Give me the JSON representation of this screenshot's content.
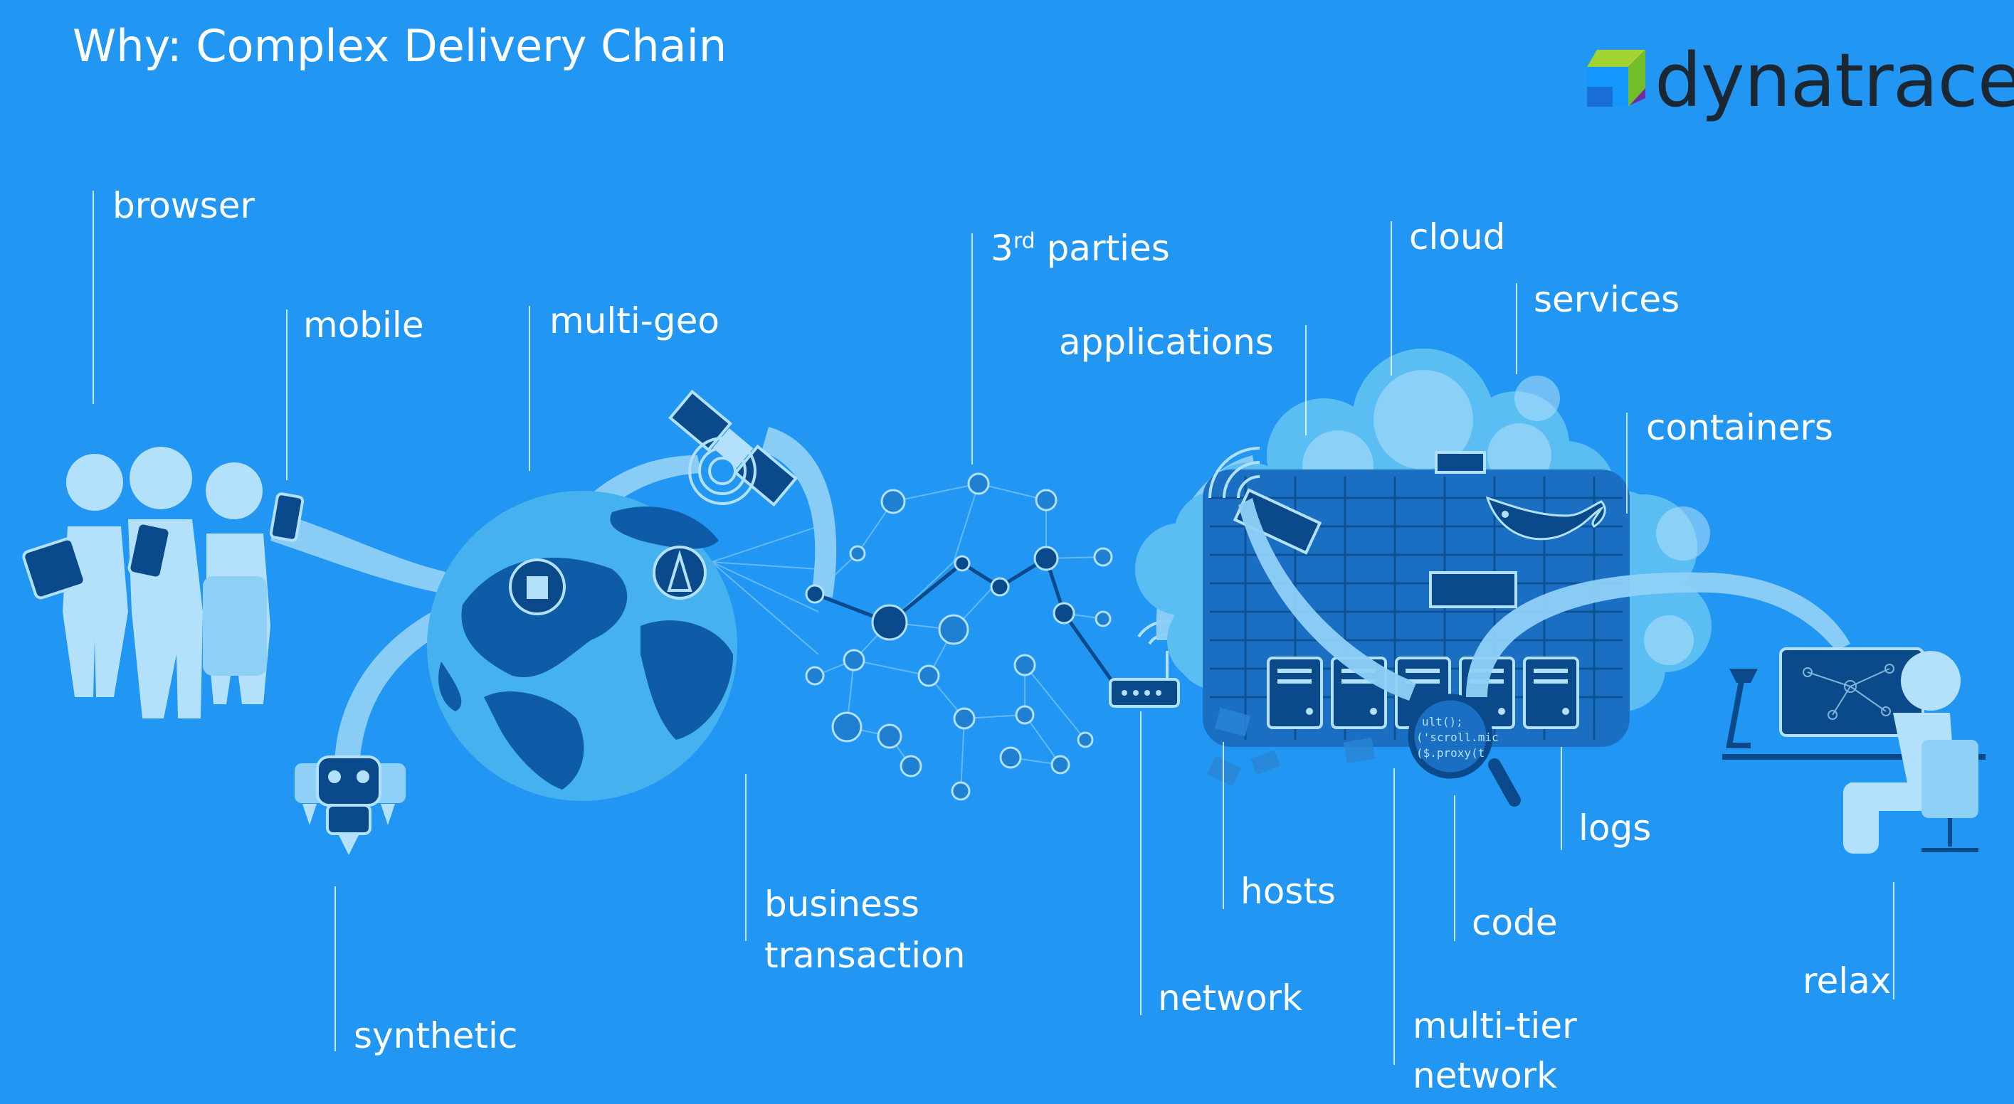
{
  "title": "Why: Complex Delivery Chain",
  "logo": {
    "text": "dynatrace"
  },
  "labels": {
    "browser": "browser",
    "mobile": "mobile",
    "multi_geo": "multi-geo",
    "third_parties_num": "3",
    "third_parties_sup": "rd",
    "third_parties_rest": " parties",
    "applications": "applications",
    "cloud": "cloud",
    "services": "services",
    "containers": "containers",
    "synthetic": "synthetic",
    "business_line1": "business",
    "business_line2": "transaction",
    "network": "network",
    "hosts": "hosts",
    "multitier_line1": "multi-tier",
    "multitier_line2": "network",
    "code": "code",
    "logs": "logs",
    "relax": "relax"
  },
  "code_snippet": [
    "ult();",
    "('scroll.mic",
    "($.proxy(t"
  ],
  "colors": {
    "background": "#2196F3",
    "light": "#B3E0FA",
    "mid": "#5BBEF2",
    "dark": "#0E5CA8",
    "darker": "#0B4A8A",
    "globe_ocean": "#45B1EE",
    "logo_text": "#1b2733"
  }
}
